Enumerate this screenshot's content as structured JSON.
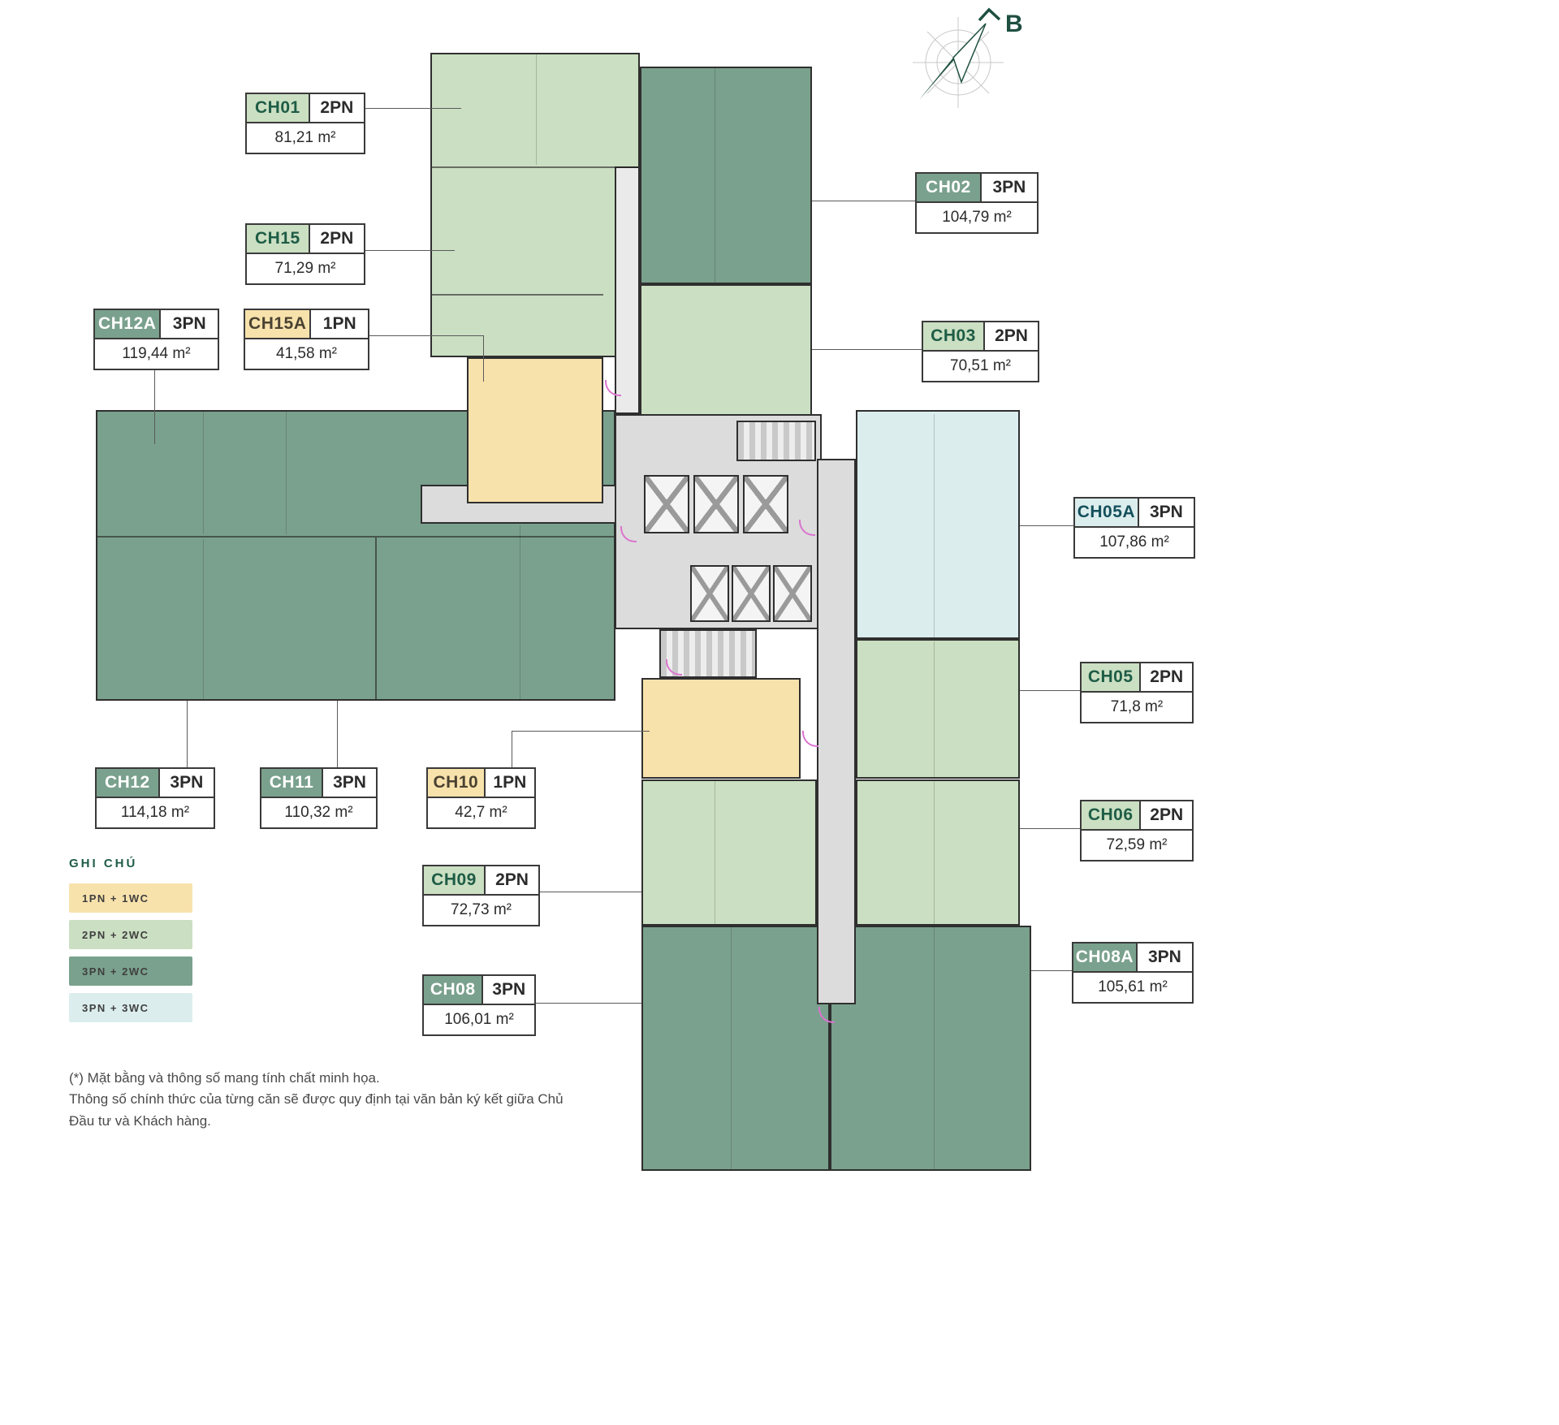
{
  "page": {
    "compass": {
      "label": "B",
      "color": "#1E4F40"
    },
    "note": {
      "line1": "(*) Mặt bằng và thông số mang tính chất minh họa.",
      "line2": "Thông số chính thức của từng căn sẽ được quy định tại văn bản ký kết giữa Chủ Đầu tư và Khách hàng."
    }
  },
  "legend": {
    "title": "GHI CHÚ",
    "items": [
      {
        "label": "1PN + 1WC",
        "color": "#F8E2AC"
      },
      {
        "label": "2PN + 2WC",
        "color": "#CBDFC2"
      },
      {
        "label": "3PN + 2WC",
        "color": "#7AA18D"
      },
      {
        "label": "3PN + 3WC",
        "color": "#DCEDEE"
      }
    ]
  },
  "units": [
    {
      "id": "CH01",
      "type": "2PN",
      "area": "81,21 m²",
      "category": "2PN + 2WC"
    },
    {
      "id": "CH02",
      "type": "3PN",
      "area": "104,79 m²",
      "category": "3PN + 2WC"
    },
    {
      "id": "CH15",
      "type": "2PN",
      "area": "71,29 m²",
      "category": "2PN + 2WC"
    },
    {
      "id": "CH12A",
      "type": "3PN",
      "area": "119,44 m²",
      "category": "3PN + 2WC"
    },
    {
      "id": "CH15A",
      "type": "1PN",
      "area": "41,58 m²",
      "category": "1PN + 1WC"
    },
    {
      "id": "CH03",
      "type": "2PN",
      "area": "70,51 m²",
      "category": "2PN + 2WC"
    },
    {
      "id": "CH05A",
      "type": "3PN",
      "area": "107,86 m²",
      "category": "3PN + 3WC"
    },
    {
      "id": "CH05",
      "type": "2PN",
      "area": "71,8 m²",
      "category": "2PN + 2WC"
    },
    {
      "id": "CH12",
      "type": "3PN",
      "area": "114,18 m²",
      "category": "3PN + 2WC"
    },
    {
      "id": "CH11",
      "type": "3PN",
      "area": "110,32 m²",
      "category": "3PN + 2WC"
    },
    {
      "id": "CH10",
      "type": "1PN",
      "area": "42,7 m²",
      "category": "1PN + 1WC"
    },
    {
      "id": "CH06",
      "type": "2PN",
      "area": "72,59 m²",
      "category": "2PN + 2WC"
    },
    {
      "id": "CH09",
      "type": "2PN",
      "area": "72,73 m²",
      "category": "2PN + 2WC"
    },
    {
      "id": "CH08A",
      "type": "3PN",
      "area": "105,61 m²",
      "category": "3PN + 2WC"
    },
    {
      "id": "CH08",
      "type": "3PN",
      "area": "106,01 m²",
      "category": "3PN + 2WC"
    }
  ]
}
